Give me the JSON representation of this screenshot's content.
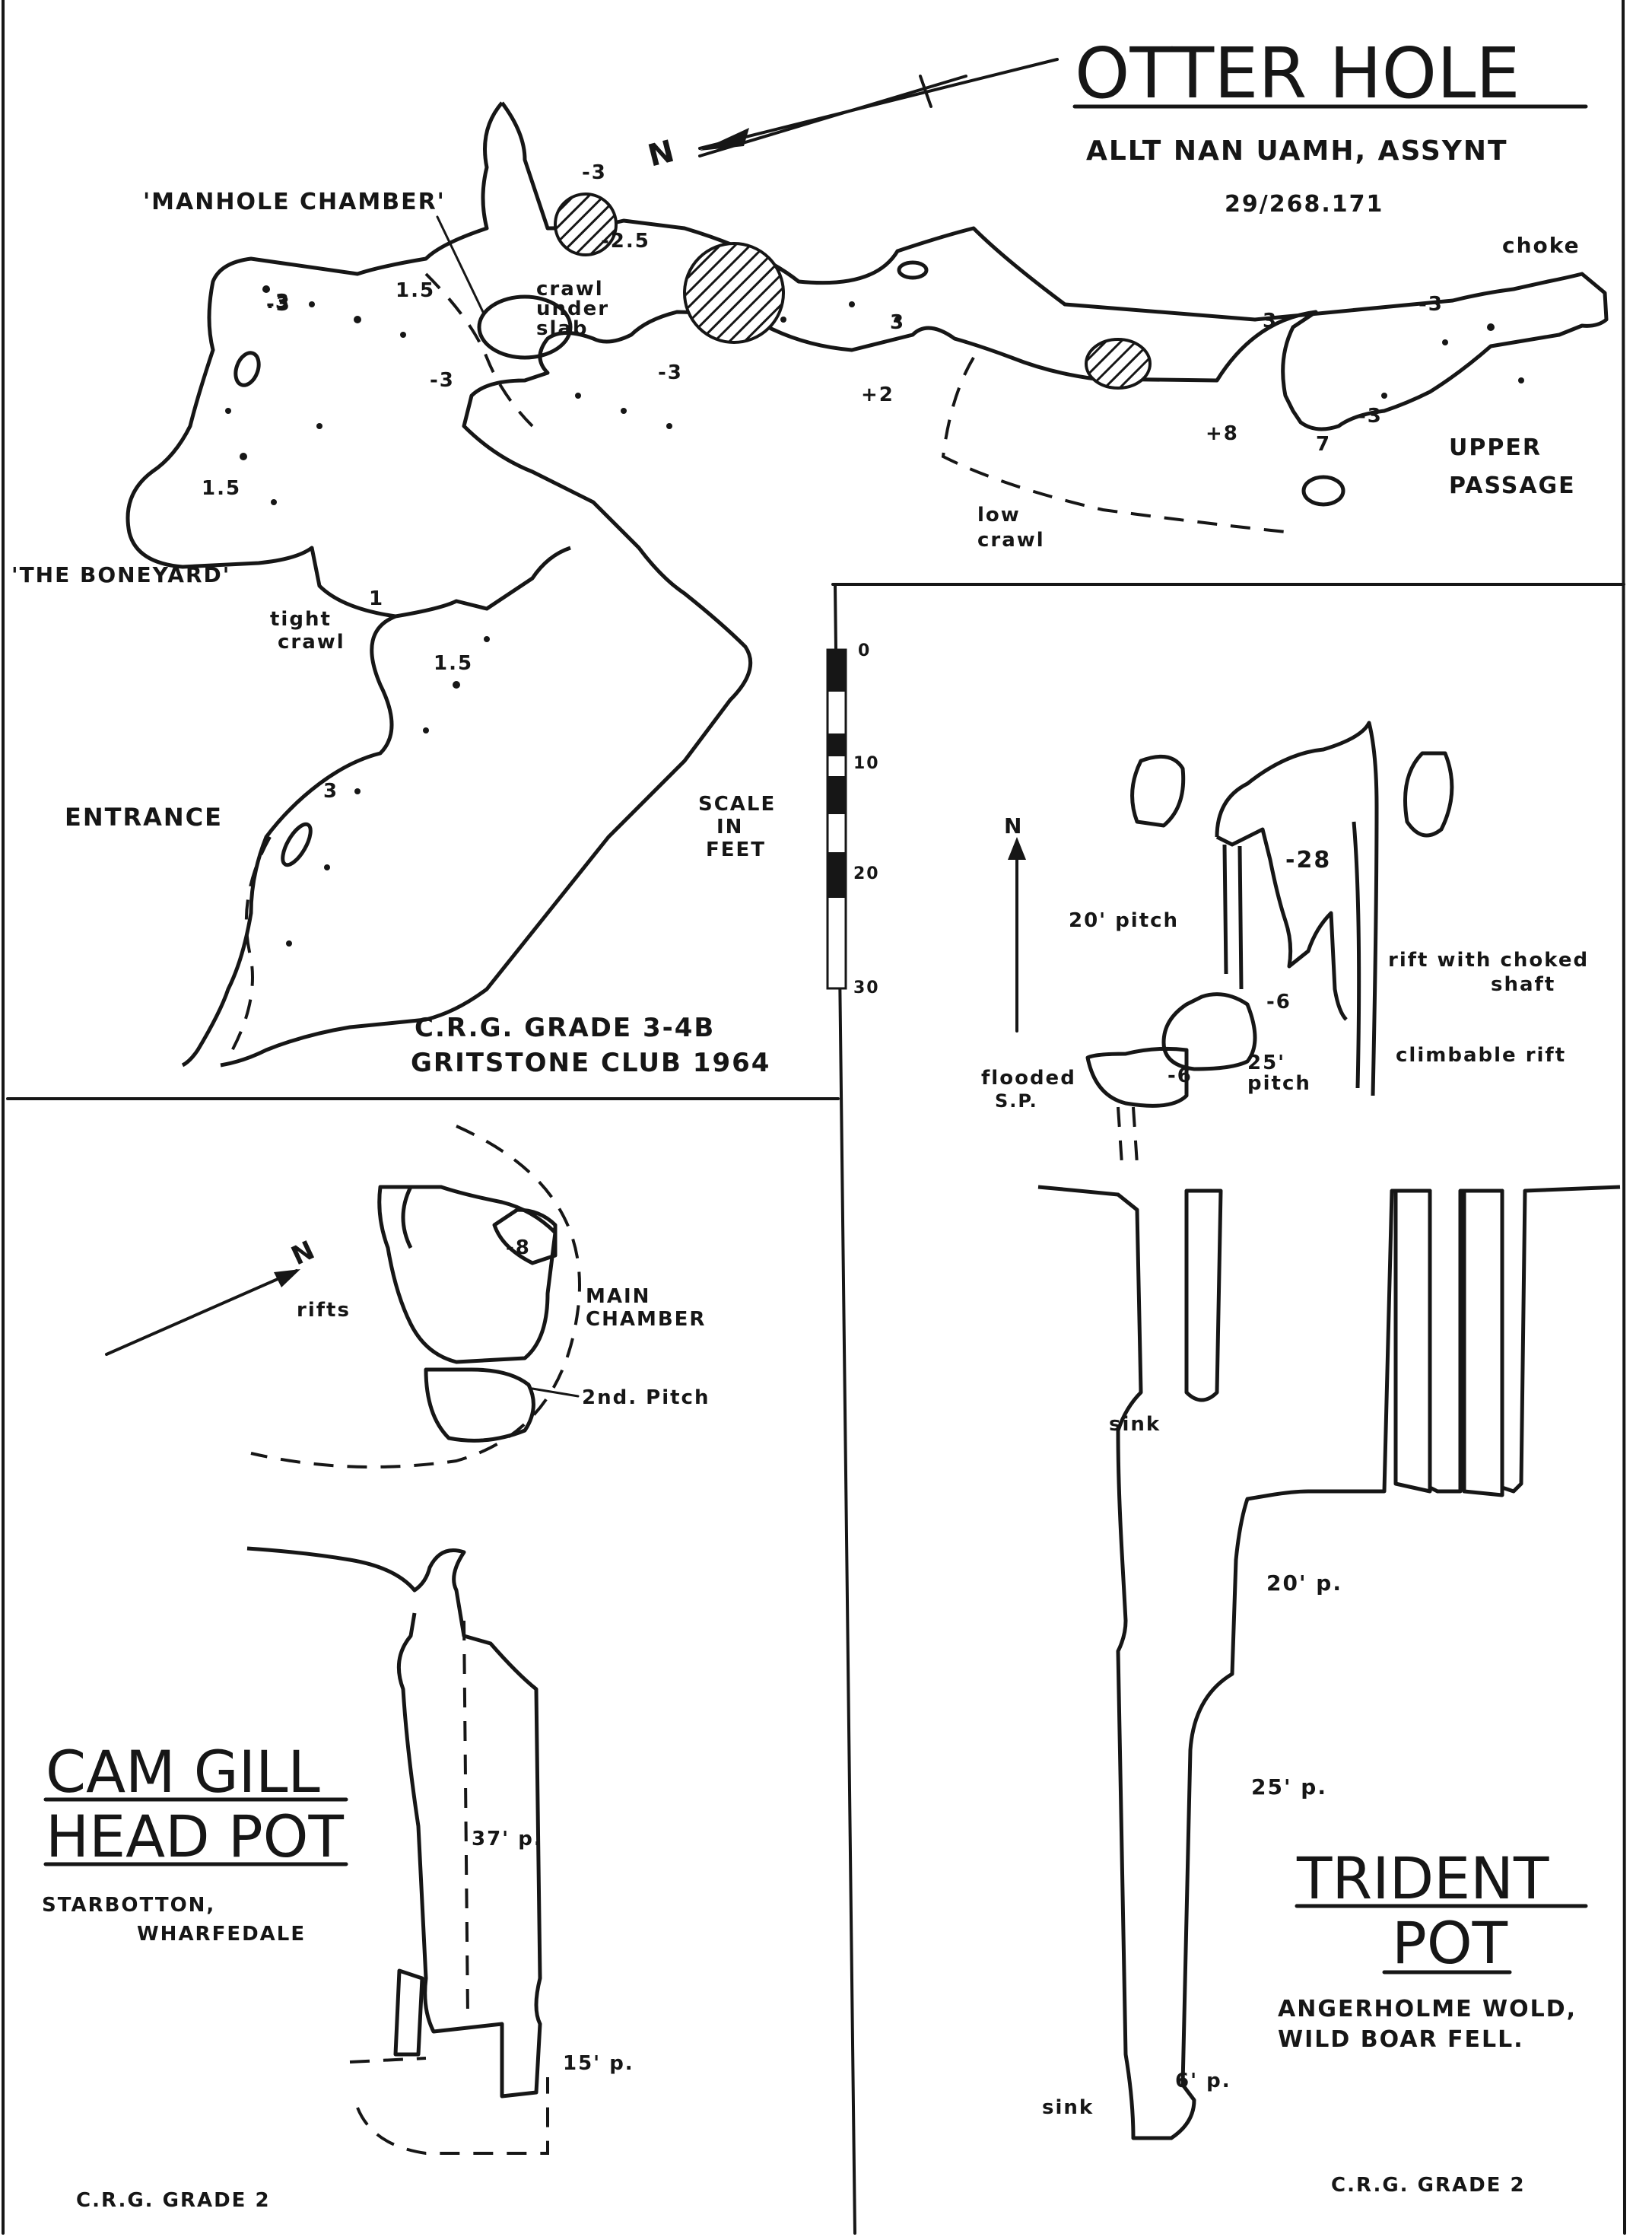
{
  "otter_hole": {
    "title": "OTTER HOLE",
    "location": "ALLT NAN UAMH, ASSYNT",
    "grid_ref": "29/268.171",
    "grade": "C.R.G. GRADE 3-4B",
    "club": "GRITSTONE CLUB 1964",
    "north": "N",
    "labels": {
      "manhole_chamber": "'MANHOLE CHAMBER'",
      "crawl_under_slab": [
        "crawl",
        "under",
        "slab"
      ],
      "choke": "choke",
      "upper_passage": [
        "UPPER",
        "PASSAGE"
      ],
      "low_crawl": [
        "low",
        "crawl"
      ],
      "boneyard": "'THE BONEYARD'",
      "tight_crawl": [
        "tight",
        "crawl"
      ],
      "entrance": "ENTRANCE"
    },
    "spot_heights": [
      "-3",
      "-2.5",
      "-3",
      "1.5",
      "-3",
      "-3",
      "+2",
      "3",
      "-3",
      "+8",
      "-3",
      "7",
      "1.5",
      "1",
      "1.5",
      "3",
      ".3",
      "3"
    ]
  },
  "scale": {
    "label": [
      "SCALE",
      "IN",
      "FEET"
    ],
    "ticks": [
      "0",
      "10",
      "20",
      "30"
    ]
  },
  "trident_pot": {
    "title_line1": "TRIDENT",
    "title_line2": "POT",
    "location_line1": "ANGERHOLME WOLD,",
    "location_line2": "WILD BOAR FELL.",
    "grade": "C.R.G. GRADE 2",
    "north": "N",
    "labels": {
      "pitch20": "20' pitch",
      "depth28": "-28",
      "rift_choked": [
        "rift with choked",
        "shaft"
      ],
      "climbable_rift": "climbable rift",
      "depth6a": "-6",
      "depth6b": "-6",
      "flooded": [
        "flooded",
        "S.P."
      ],
      "pitch25": [
        "25'",
        "pitch"
      ],
      "sink1": "sink",
      "sink2": "sink",
      "p20": "20' p.",
      "p25": "25' p.",
      "p6": "6' p."
    }
  },
  "cam_gill": {
    "title_line1": "CAM GILL",
    "title_line2": "HEAD POT",
    "location_line1": "STARBOTTON,",
    "location_line2": "WHARFEDALE",
    "grade": "C.R.G. GRADE 2",
    "north": "N",
    "labels": {
      "main_chamber": [
        "MAIN",
        "CHAMBER"
      ],
      "rifts": "rifts",
      "second_pitch": "2nd. Pitch",
      "depth8": "-8",
      "p37": "37' p.",
      "p15": "15' p."
    }
  }
}
